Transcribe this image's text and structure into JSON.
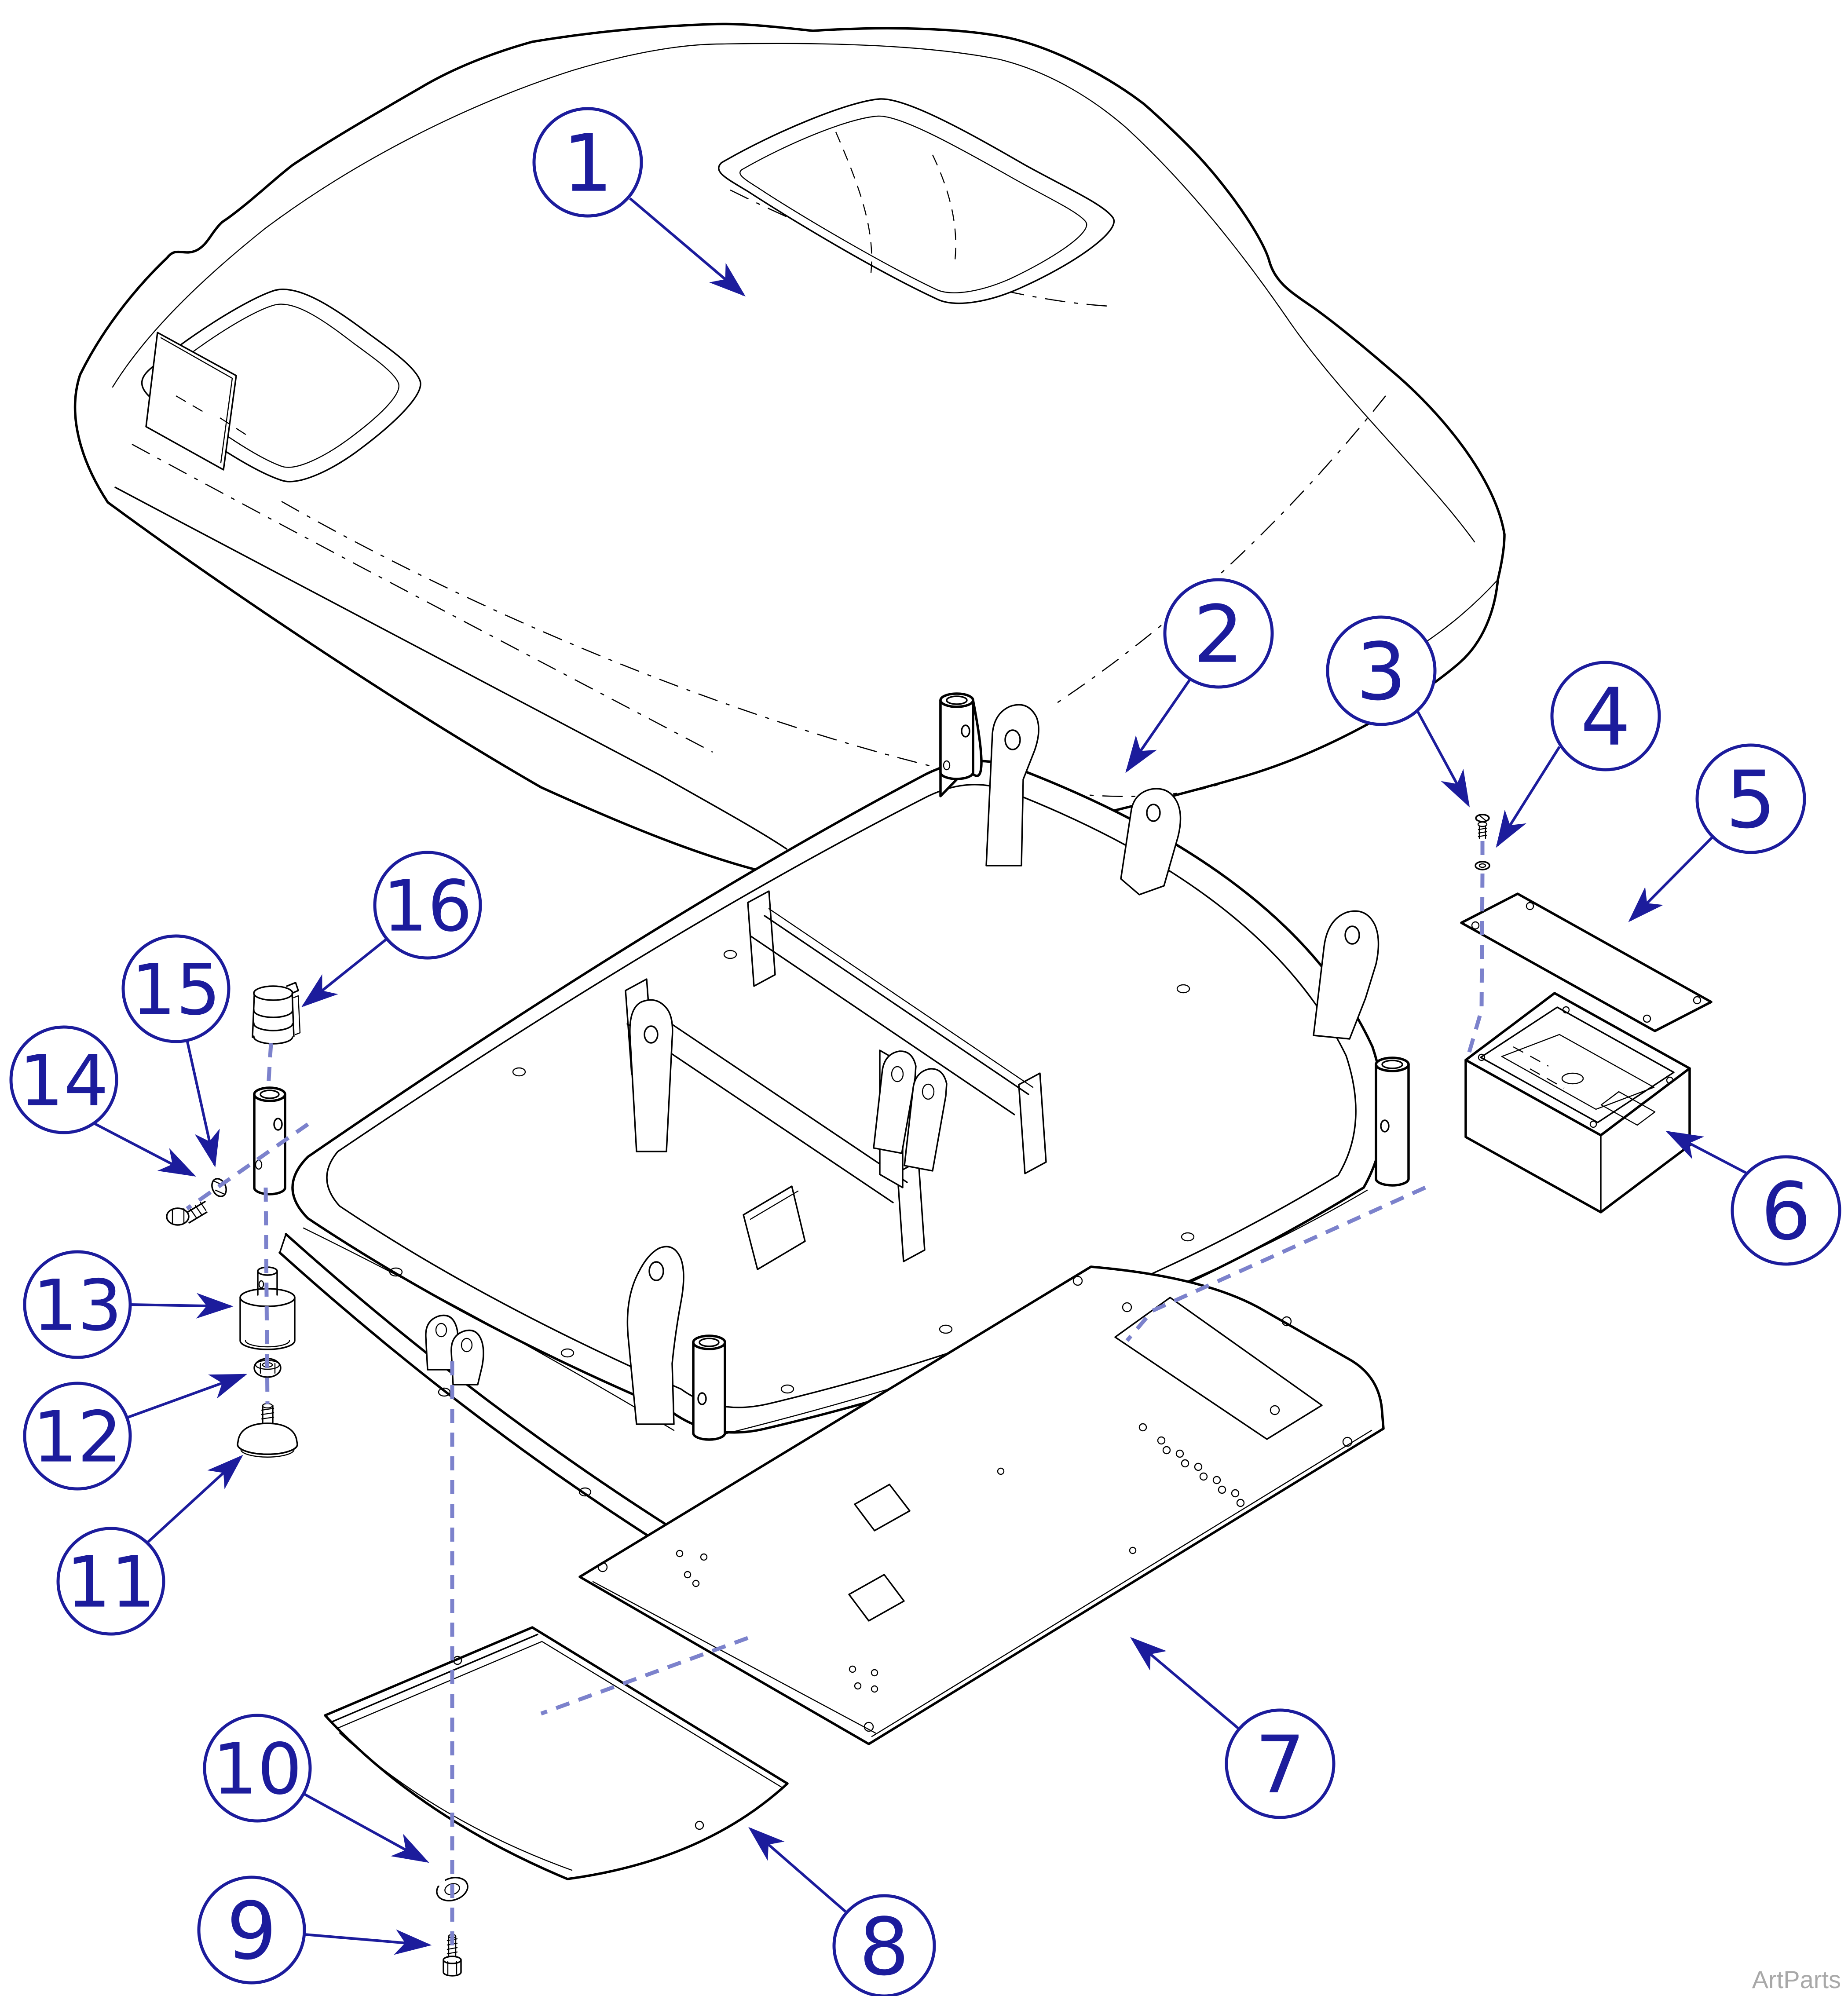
{
  "figure": {
    "watermark": "ArtParts",
    "callouts": [
      {
        "label": "1"
      },
      {
        "label": "2"
      },
      {
        "label": "3"
      },
      {
        "label": "4"
      },
      {
        "label": "5"
      },
      {
        "label": "6"
      },
      {
        "label": "7"
      },
      {
        "label": "8"
      },
      {
        "label": "9"
      },
      {
        "label": "10"
      },
      {
        "label": "11"
      },
      {
        "label": "12"
      },
      {
        "label": "13"
      },
      {
        "label": "14"
      },
      {
        "label": "15"
      },
      {
        "label": "16"
      }
    ],
    "colors": {
      "callout": "#1c1c9c",
      "alignment_dashes": "#7c82cc",
      "linework": "#000000",
      "watermark": "#a8a8a8",
      "background": "#ffffff"
    }
  }
}
